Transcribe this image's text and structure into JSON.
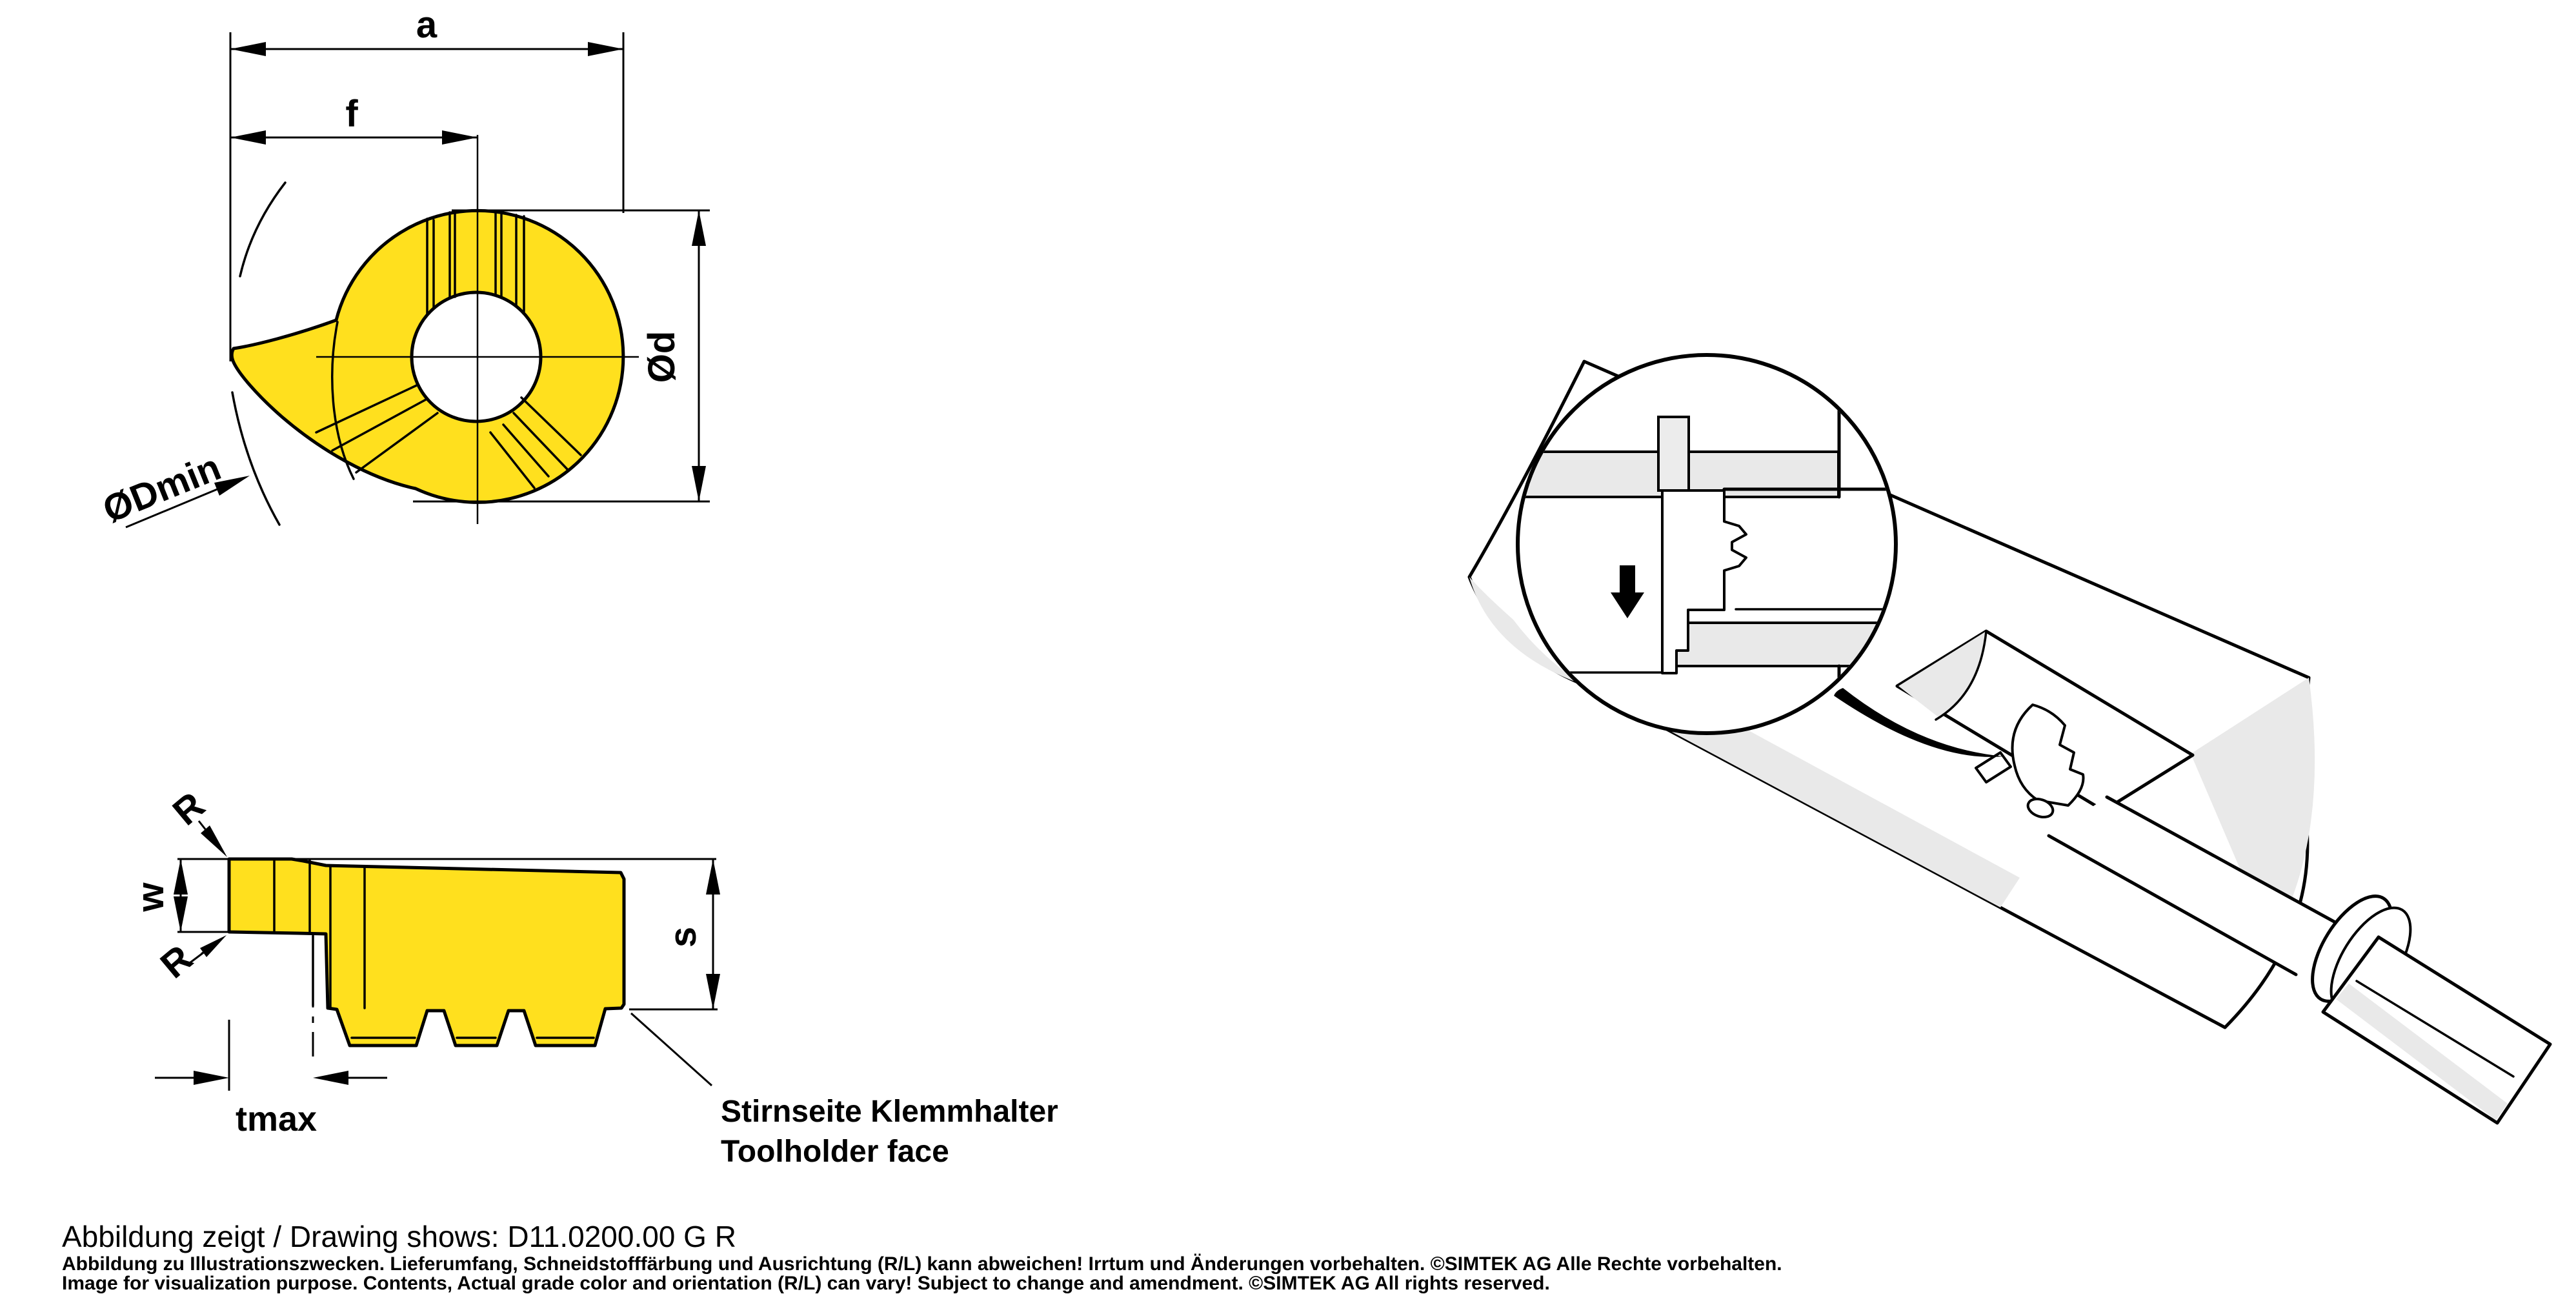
{
  "drawing": {
    "product_code": "D11.0200.00 G R",
    "top_view": {
      "dim_a": "a",
      "dim_f": "f",
      "dim_d": "Ød",
      "dim_dmin": "ØDmin"
    },
    "side_view": {
      "dim_r_top": "R",
      "dim_w": "w",
      "dim_r_bottom": "R",
      "dim_s": "s",
      "dim_tmax": "tmax",
      "callout_line1": "Stirnseite Klemmhalter",
      "callout_line2": "Toolholder face"
    },
    "caption": {
      "title": "Abbildung zeigt / Drawing shows: D11.0200.00 G R",
      "disclaimer_de": "Abbildung zu Illustrationszwecken. Lieferumfang, Schneidstofffärbung und Ausrichtung (R/L) kann abweichen! Irrtum und Änderungen vorbehalten. ©SIMTEK AG Alle Rechte vorbehalten.",
      "disclaimer_en": "Image for visualization purpose. Contents, Actual grade color and orientation (R/L) can vary! Subject to change and amendment. ©SIMTEK AG All rights reserved."
    },
    "colors": {
      "insert_yellow": "#ffe01e",
      "shade_gray": "#e9e9e9",
      "line_black": "#000000"
    }
  }
}
